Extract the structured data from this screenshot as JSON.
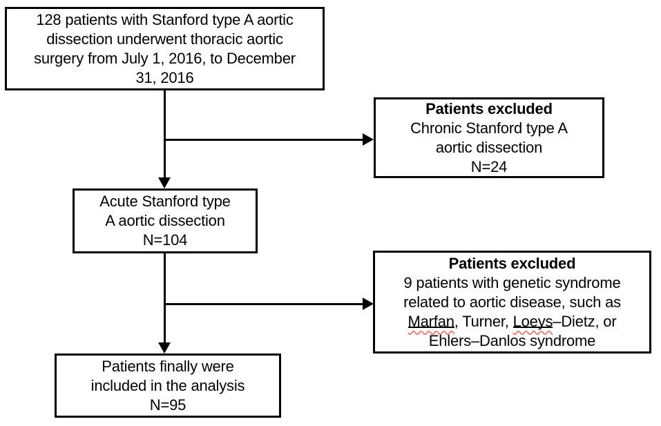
{
  "canvas": {
    "background": "#ffffff",
    "ink": "#000000",
    "squiggle_color": "#ef837b"
  },
  "boxes": {
    "enrollment": {
      "text": "128 patients with Stanford type A aortic\ndissection underwent thoracic aortic\nsurgery from July 1, 2016, to December\n31, 2016"
    },
    "exclusion1": {
      "title": "Patients excluded",
      "body": "Chronic Stanford type A\naortic dissection\nN=24"
    },
    "acute": {
      "text": "Acute Stanford type\nA aortic dissection\nN=104"
    },
    "exclusion2": {
      "title": "Patients excluded",
      "body_lines": [
        [
          {
            "t": "9 patients with genetic syndrome"
          }
        ],
        [
          {
            "t": "related to aortic disease, such as"
          }
        ],
        [
          {
            "t": "Marfan",
            "misspelled": true
          },
          {
            "t": ", Turner, "
          },
          {
            "t": "Loeys",
            "misspelled": true
          },
          {
            "t": "–Dietz, or"
          }
        ],
        [
          {
            "t": "Ehlers–Danlos syndrome"
          }
        ]
      ]
    },
    "final": {
      "text": "Patients finally were\nincluded in the analysis\nN=95"
    }
  }
}
